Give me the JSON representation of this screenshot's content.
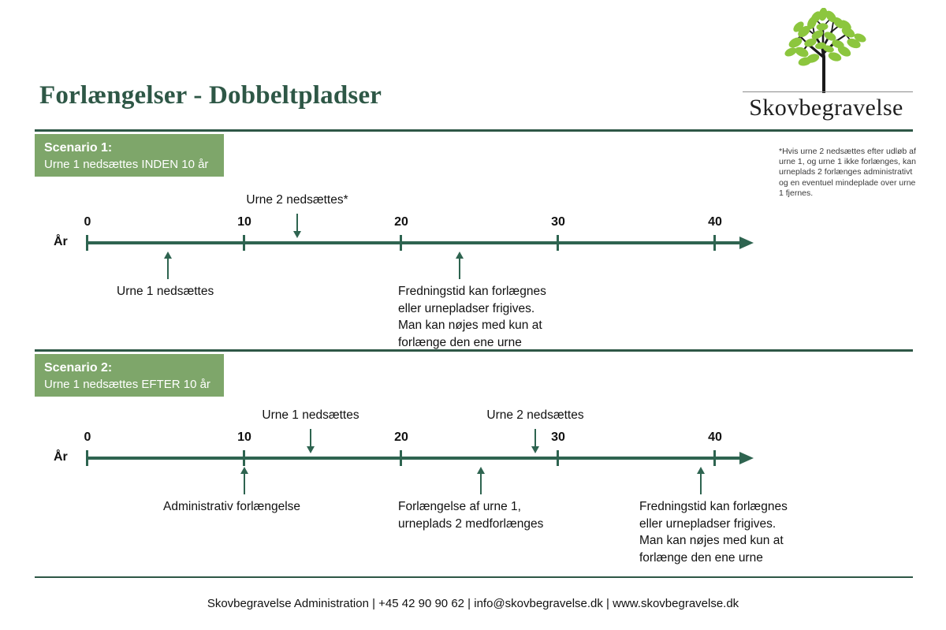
{
  "page": {
    "title": "Forlængelser - Dobbeltpladser",
    "accent_dark_green": "#2e5746",
    "accent_box_green": "#7ea66a",
    "axis_green": "#2e6450"
  },
  "logo": {
    "wordmark": "Skovbegravelse",
    "leaf_color": "#8cc63e",
    "trunk_color": "#1a1a1a"
  },
  "footnote": {
    "text": "*Hvis urne 2 nedsættes efter udløb af urne 1, og urne 1 ikke forlænges, kan urneplads 2 forlænges administrativt og en eventuel mindeplade over urne 1 fjernes."
  },
  "scenarios": [
    {
      "title": "Scenario 1:",
      "subtitle": "Urne 1 nedsættes INDEN 10 år"
    },
    {
      "title": "Scenario 2:",
      "subtitle": "Urne 1 nedsættes EFTER 10 år"
    }
  ],
  "chart_data": {
    "type": "timeline",
    "title": "Forlængelser - Dobbeltpladser",
    "xlabel": "År",
    "xlim": [
      0,
      40
    ],
    "ticks": [
      0,
      10,
      20,
      30,
      40
    ],
    "tick_labels": [
      "0",
      "10",
      "20",
      "30",
      "40"
    ],
    "grid": false,
    "legend": "none",
    "series": [
      {
        "name": "Scenario 1: Urne 1 nedsættes INDEN 10 år",
        "axis_label": "År",
        "events": [
          {
            "label": "Urne 2 nedsættes*",
            "x": 13.3,
            "direction": "down",
            "side": "above"
          },
          {
            "label": "Urne 1 nedsættes",
            "x": 4.9,
            "direction": "up",
            "side": "below"
          },
          {
            "label": "Fredningstid kan forlægnes\neller urnepladser frigives.\nMan kan nøjes med kun at\nforlænge den ene urne",
            "x": 22.7,
            "direction": "up",
            "side": "below"
          }
        ]
      },
      {
        "name": "Scenario 2: Urne 1 nedsættes EFTER 10 år",
        "axis_label": "År",
        "events": [
          {
            "label": "Urne 1 nedsættes",
            "x": 13.6,
            "direction": "down",
            "side": "above"
          },
          {
            "label": "Urne 2 nedsættes",
            "x": 27.3,
            "direction": "down",
            "side": "above"
          },
          {
            "label": "Administrativ forlængelse",
            "x": 9.6,
            "direction": "up",
            "side": "below"
          },
          {
            "label": "Forlængelse af urne 1,\nurneplads 2 medforlænges",
            "x": 24.0,
            "direction": "up",
            "side": "below"
          },
          {
            "label": "Fredningstid kan forlægnes\neller urnepladser frigives.\nMan kan nøjes med kun at\nforlænge den ene urne",
            "x": 37.4,
            "direction": "up",
            "side": "below"
          }
        ]
      }
    ]
  },
  "timeline1": {
    "axis_label": "År",
    "tick_labels": [
      "0",
      "10",
      "20",
      "30",
      "40"
    ],
    "event_urne2": "Urne 2 nedsættes*",
    "event_urne1": "Urne 1 nedsættes",
    "event_fredningstid_l1": "Fredningstid kan forlægnes",
    "event_fredningstid_l2": "eller urnepladser frigives.",
    "event_fredningstid_l3": "Man kan nøjes med kun at",
    "event_fredningstid_l4": "forlænge den ene urne"
  },
  "timeline2": {
    "axis_label": "År",
    "tick_labels": [
      "0",
      "10",
      "20",
      "30",
      "40"
    ],
    "event_urne1": "Urne 1 nedsættes",
    "event_urne2": "Urne 2 nedsættes",
    "event_admin": "Administrativ forlængelse",
    "event_forlaengelse_l1": "Forlængelse af urne 1,",
    "event_forlaengelse_l2": "urneplads 2 medforlænges",
    "event_fredningstid_l1": "Fredningstid kan forlægnes",
    "event_fredningstid_l2": "eller urnepladser frigives.",
    "event_fredningstid_l3": "Man kan nøjes med kun at",
    "event_fredningstid_l4": "forlænge den ene urne"
  },
  "footer": {
    "text": "Skovbegravelse Administration | +45 42 90 90 62 | info@skovbegravelse.dk | www.skovbegravelse.dk"
  }
}
